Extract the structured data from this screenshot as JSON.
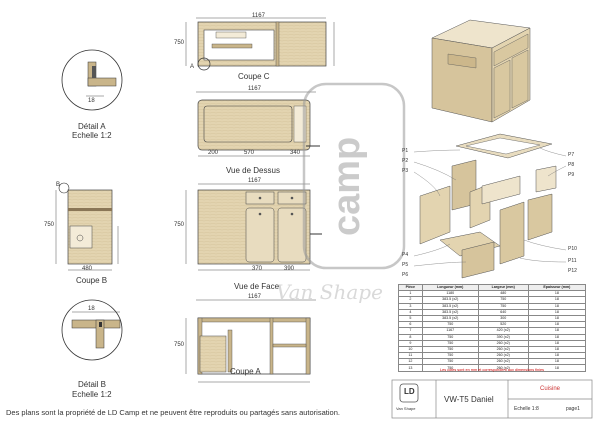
{
  "views": {
    "coupe_c": "Coupe C",
    "vue_dessus": "Vue de Dessus",
    "vue_face": "Vue de Face",
    "coupe_a": "Coupe A",
    "coupe_b": "Coupe B",
    "detail_a": "Détail A",
    "detail_a_scale": "Echelle 1:2",
    "detail_b": "Détail B",
    "detail_b_scale": "Echelle 1:2",
    "marker_a": "A",
    "marker_b": "B"
  },
  "watermark": "camp",
  "signature": "Van Shape",
  "footer": "Des plans sont la propriété de LD Camp et ne peuvent être reproduits ou partagés sans autorisation.",
  "title_block": {
    "logo": "LD",
    "logo_sub": "Van Shape",
    "model": "VW-T5 Daniel",
    "part": "Cuisine",
    "scale": "Echelle 1:8",
    "sheet": "page1"
  },
  "exploded_labels": [
    "P1",
    "P2",
    "P3",
    "P4",
    "P5",
    "P6",
    "P7",
    "P8",
    "P9",
    "P10",
    "P11",
    "P12"
  ],
  "table": {
    "headers": [
      "Pièce",
      "Longueur (mm)",
      "Largeur (mm)",
      "Epaisseur (mm)"
    ],
    "rows": [
      [
        "1",
        "1180",
        "480",
        "18"
      ],
      [
        "2",
        "383.5 (x2)",
        "750",
        "18"
      ],
      [
        "3",
        "383.5 (x2)",
        "750",
        "18"
      ],
      [
        "4",
        "383.5 (x2)",
        "640",
        "18"
      ],
      [
        "5",
        "383.5 (x2)",
        "300",
        "18"
      ],
      [
        "6",
        "750",
        "520",
        "18"
      ],
      [
        "7",
        "1167",
        "420 (x2)",
        "18"
      ],
      [
        "8",
        "750",
        "390 (x2)",
        "18"
      ],
      [
        "9",
        "750",
        "260 (x2)",
        "18"
      ],
      [
        "10",
        "750",
        "260 (x2)",
        "18"
      ],
      [
        "11",
        "750",
        "260 (x2)",
        "18"
      ],
      [
        "12",
        "750",
        "260 (x2)",
        "18"
      ],
      [
        "13",
        "750",
        "260 (x2)",
        "18"
      ]
    ],
    "note": "Les cotes sont en mm et correspondent aux dimensions finies"
  },
  "dims": {
    "vue_dessus_w": "1167",
    "vue_dessus_a": "200",
    "vue_dessus_b": "570",
    "vue_dessus_c": "340",
    "vue_face_w": "1167",
    "vue_face_h": "750",
    "vue_face_a": "370",
    "vue_face_b": "390",
    "coupe_a_w": "1167",
    "coupe_a_h": "750",
    "coupe_b_w": "480",
    "coupe_b_h": "750",
    "coupe_c_w": "1167",
    "coupe_c_h": "750",
    "detail_a_d": "18",
    "detail_b_d": "18"
  }
}
